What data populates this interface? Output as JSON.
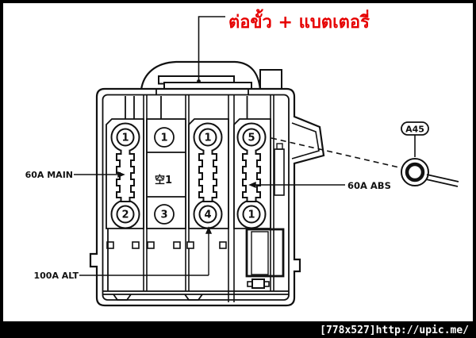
{
  "title_annotation": {
    "text": "ต่อขั้ว + แบตเตอรี่",
    "color": "#e60000"
  },
  "fuse_labels": {
    "main": "60A MAIN",
    "alt": "100A ALT",
    "abs": "60A ABS"
  },
  "connector_tag": "A45",
  "slots": {
    "fuse1_top": "1",
    "fuse1_bottom": "2",
    "spare_top": "1",
    "spare_mid": "空1",
    "spare_bottom": "3",
    "fuse2_top": "1",
    "fuse2_bottom": "4",
    "fuse3_top": "5",
    "fuse3_bottom": "1"
  },
  "watermark": "[778x527]http://upic.me/",
  "colors": {
    "line": "#111111",
    "annotation_red": "#e60000",
    "background": "#ffffff",
    "frame": "#000000"
  }
}
